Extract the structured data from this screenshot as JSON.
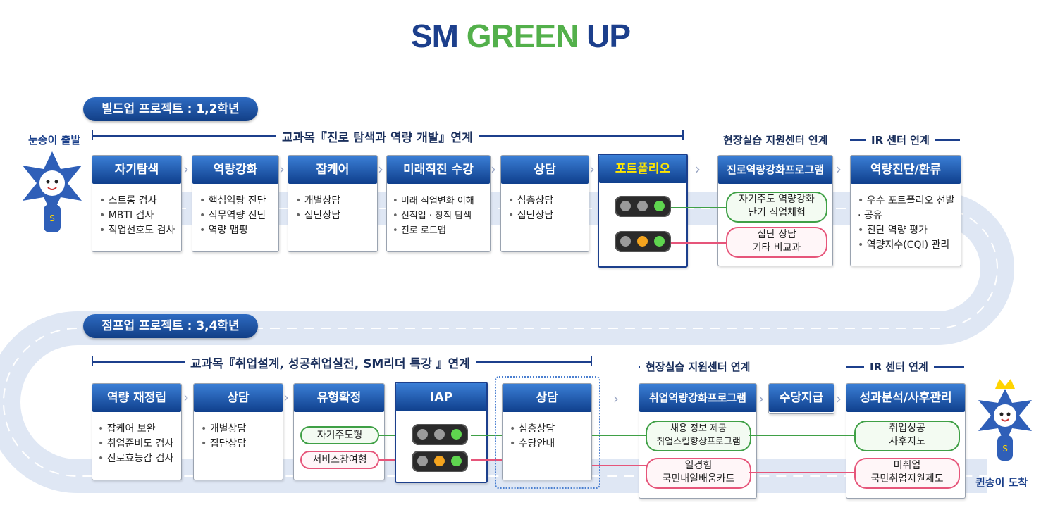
{
  "logo": {
    "sm": "SM",
    "green": "GREEN",
    "up": "UP"
  },
  "start_label": "눈송이 출발",
  "end_label": "퀸송이 도착",
  "phase1": {
    "title": "빌드업 프로젝트 : 1,2학년",
    "curriculum": "교과목『진로 탐색과 역량 개발』연계",
    "field_center": "현장실습 지원센터 연계",
    "ir_center": "IR 센터 연계",
    "cards": [
      {
        "head": "자기탐색",
        "items": [
          "스트롱 검사",
          "MBTI 검사",
          "직업선호도 검사"
        ]
      },
      {
        "head": "역량강화",
        "items": [
          "핵심역량 진단",
          "직무역량 진단",
          "역량 맵핑"
        ]
      },
      {
        "head": "잡케어",
        "items": [
          "개별상담",
          "집단상담"
        ]
      },
      {
        "head": "미래직진 수강",
        "items": [
          "미래 직업변화 이해",
          "신직업 · 창직 탐색",
          "진로 로드맵"
        ]
      },
      {
        "head": "상담",
        "items": [
          "심층상담",
          "집단상담"
        ]
      }
    ],
    "portfolio": "포트폴리오",
    "program": "진로역량강화프로그램",
    "program_pills": [
      {
        "l1": "자기주도 역량강화",
        "l2": "단기 직업체험"
      },
      {
        "l1": "집단 상담",
        "l2": "기타 비교과"
      }
    ],
    "ir": {
      "head": "역량진단/환류",
      "items": [
        "우수 포트폴리오 선발 · 공유",
        "진단 역량 평가",
        "역량지수(CQI) 관리"
      ]
    }
  },
  "phase2": {
    "title": "점프업 프로젝트 : 3,4학년",
    "curriculum": "교과목『취업설계, 성공취업실전, SM리더 특강 』연계",
    "field_center": "현장실습 지원센터 연계",
    "ir_center": "IR 센터 연계",
    "cards": [
      {
        "head": "역량 재정립",
        "items": [
          "잡케어 보완",
          "취업준비도 검사",
          "진로효능감 검사"
        ]
      },
      {
        "head": "상담",
        "items": [
          "개별상담",
          "집단상담"
        ]
      }
    ],
    "type_head": "유형확정",
    "type_pills": [
      "자기주도형",
      "서비스참여형"
    ],
    "iap": "IAP",
    "counsel": {
      "head": "상담",
      "items": [
        "심층상담",
        "수당안내"
      ]
    },
    "program": "취업역량강화프로그램",
    "program_pills": [
      {
        "l1": "채용 정보 제공",
        "l2": "취업스킬향상프로그램"
      },
      {
        "l1": "일경험",
        "l2": "국민내일배움카드"
      }
    ],
    "allowance": "수당지급",
    "ir_head": "성과분석/사후관리",
    "ir_pills": [
      {
        "l1": "취업성공",
        "l2": "사후지도"
      },
      {
        "l1": "미취업",
        "l2": "국민취업지원제도"
      }
    ]
  },
  "colors": {
    "navy": "#1c3f8c",
    "green": "#53b04b",
    "pink": "#e6557a",
    "road": "#dfe7f4"
  }
}
